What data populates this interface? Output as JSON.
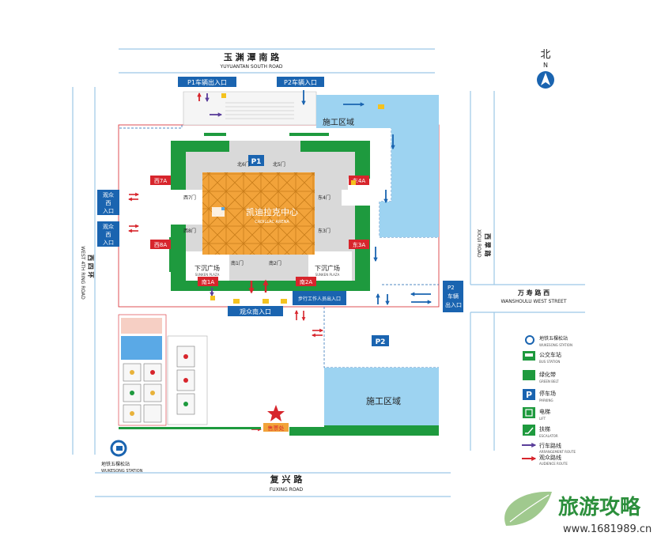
{
  "compass": {
    "north_cn": "北",
    "north_en": "N"
  },
  "roads": {
    "north": {
      "cn": "玉 渊 潭 南 路",
      "en": "YUYUANTAN SOUTH ROAD"
    },
    "west": {
      "cn": "西 四 环",
      "en": "WEST 4TH RING ROAD"
    },
    "east": {
      "cn": "西 翠 路",
      "en": "XICUI ROAD"
    },
    "south": {
      "cn": "复 兴 路",
      "en": "FUXING ROAD"
    },
    "wanshou": {
      "cn": "万 寿 路 西",
      "en": "WANSHOULU WEST STREET"
    }
  },
  "entrances": {
    "p1_vehicle": "P1车辆出入口",
    "p2_vehicle": "P2车辆入口",
    "p2_exit_1": "P2",
    "p2_exit_2": "车辆",
    "p2_exit_3": "出入口",
    "spectator_west_a": "观众",
    "spectator_west_b": "西",
    "spectator_west_c": "入口",
    "spectator_south": "观众南入口",
    "staff": "步行工作人员出入口"
  },
  "arena": {
    "cn": "凯迪拉克中心",
    "en": "CADILLAC ARENA"
  },
  "zones": {
    "construction": "施工区域",
    "p1": "P1",
    "p2": "P2",
    "plaza_cn": "下沉广场",
    "plaza_en": "SUNKEN PLAZA",
    "ticket": "售票处"
  },
  "gates": {
    "n6": "北6门",
    "n5": "北5门",
    "w7": "西7门",
    "w8": "西8门",
    "e4": "东4门",
    "e3": "东3门",
    "s1": "南1门",
    "s2": "南2门",
    "w7a": "西7A",
    "w8a": "西8A",
    "e4a": "东4A",
    "e3a": "东3A",
    "s1a": "南1A",
    "s2a": "南2A"
  },
  "station": {
    "cn": "地铁五棵松站",
    "en": "WUKESONG STATION"
  },
  "legend": {
    "items": [
      {
        "icon": "subway-icon",
        "cn": "地铁五棵松站",
        "en": "WUKESONG STATION"
      },
      {
        "icon": "bus-icon",
        "cn": "公交车站",
        "en": "BUS STATION"
      },
      {
        "icon": "green-belt-icon",
        "cn": "绿化带",
        "en": "GREEN BELT"
      },
      {
        "icon": "parking-icon",
        "cn": "停车场",
        "en": "PARKING"
      },
      {
        "icon": "lift-icon",
        "cn": "电梯",
        "en": "LIFT"
      },
      {
        "icon": "escalator-icon",
        "cn": "扶梯",
        "en": "ESCALATOR"
      },
      {
        "icon": "vehicle-route-icon",
        "cn": "行车路线",
        "en": "ARRANGEMENT ROUTE"
      },
      {
        "icon": "pedestrian-route-icon",
        "cn": "观众路线",
        "en": "AUDIENCE ROUTE"
      }
    ]
  },
  "watermark": {
    "brand": "旅游攻略",
    "url": "www.1681989.cn"
  },
  "colors": {
    "blue": "#1a64b0",
    "red": "#d7252c",
    "green": "#1e9a3e",
    "orange": "#f2a33a",
    "sky": "#9dd3f1",
    "vehicle_route": "#5a3e9a",
    "pedestrian_route": "#d7252c"
  }
}
